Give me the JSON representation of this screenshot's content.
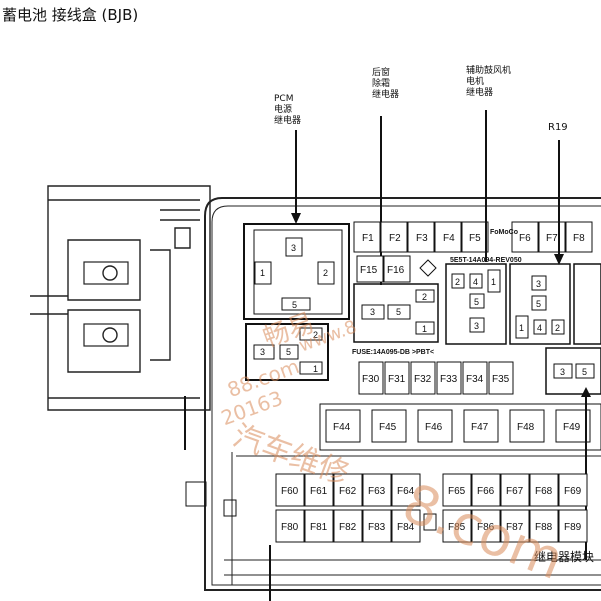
{
  "title": "蓄电池 接线盒 (BJB)",
  "callouts": {
    "pcm": [
      "PCM",
      "电源",
      "继电器"
    ],
    "rear_defrost": [
      "后窗",
      "除霜",
      "继电器"
    ],
    "aux_fan": [
      "辅助鼓风机",
      "电机",
      "继电器"
    ],
    "r19": "R19",
    "relay_module": "继电器模块"
  },
  "part_codes": {
    "top_code": "5E5T-14A094-REV050",
    "mid_code": "FUSE:14A095-DB >PBT<",
    "brand": "FoMoCo"
  },
  "fuse_rows": {
    "row1": [
      "F1",
      "F2",
      "F3",
      "F4",
      "F5",
      "F6",
      "F7",
      "F8"
    ],
    "row2": [
      "F15",
      "F16"
    ],
    "row3": [
      "F30",
      "F31",
      "F32",
      "F33",
      "F34",
      "F35"
    ],
    "row4": [
      "F44",
      "F45",
      "F46",
      "F47",
      "F48",
      "F49"
    ],
    "row5": [
      "F60",
      "F61",
      "F62",
      "F63",
      "F64",
      "F65",
      "F66",
      "F67",
      "F68",
      "F69"
    ],
    "row6": [
      "F80",
      "F81",
      "F82",
      "F83",
      "F84",
      "F85",
      "F86",
      "F87",
      "F88",
      "F89"
    ]
  },
  "relay_pins": {
    "pcm_relay": [
      "3",
      "1",
      "2",
      "5"
    ],
    "small_relay_left": [
      "2",
      "3",
      "5",
      "1"
    ],
    "defrost_relay": [
      "2",
      "3",
      "5",
      "1"
    ],
    "aux_relay": [
      "2",
      "4",
      "1",
      "5",
      "3"
    ],
    "r19_relay": [
      "3",
      "5",
      "1",
      "4",
      "2"
    ],
    "bottom_relay": [
      "3",
      "5"
    ]
  },
  "watermarks": [
    "畅易",
    "www.8",
    "88.com",
    "20163",
    "汽车维修",
    "8.com"
  ]
}
